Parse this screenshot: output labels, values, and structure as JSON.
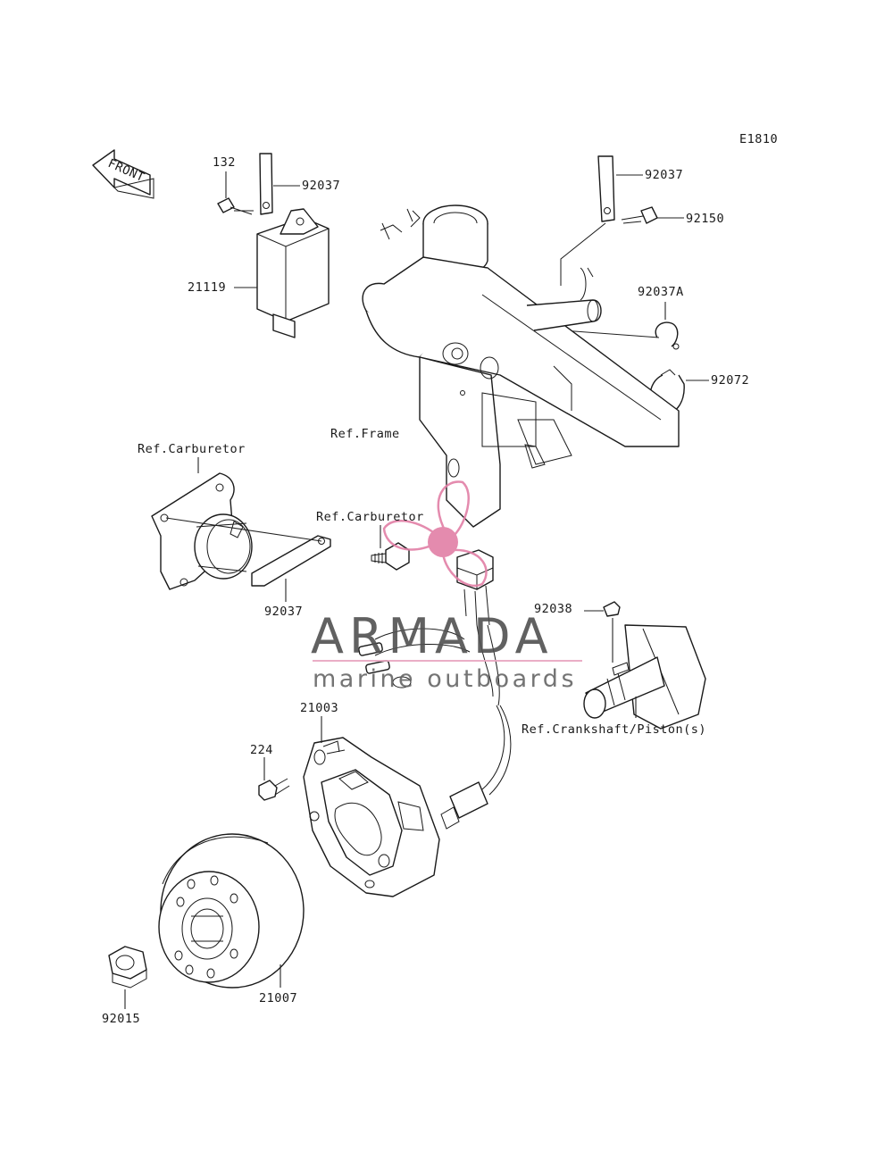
{
  "diagram_code": "E1810",
  "front_arrow_text": "FRONT",
  "labels": {
    "p132": "132",
    "p92037_top_left": "92037",
    "p21119": "21119",
    "p92037_top_right": "92037",
    "p92150": "92150",
    "p92037A": "92037A",
    "p92072": "92072",
    "ref_frame": "Ref.Frame",
    "ref_carb_left": "Ref.Carburetor",
    "ref_carb_center": "Ref.Carburetor",
    "p92037_mid": "92037",
    "p92038": "92038",
    "ref_crank": "Ref.Crankshaft/Piston(s)",
    "p21003": "21003",
    "p224": "224",
    "p21007": "21007",
    "p92015": "92015"
  },
  "watermark": {
    "brand": "ARMADA",
    "tagline": "marine outboards",
    "logo_color": "#e27fa6",
    "line_color": "#e8a6c0"
  }
}
